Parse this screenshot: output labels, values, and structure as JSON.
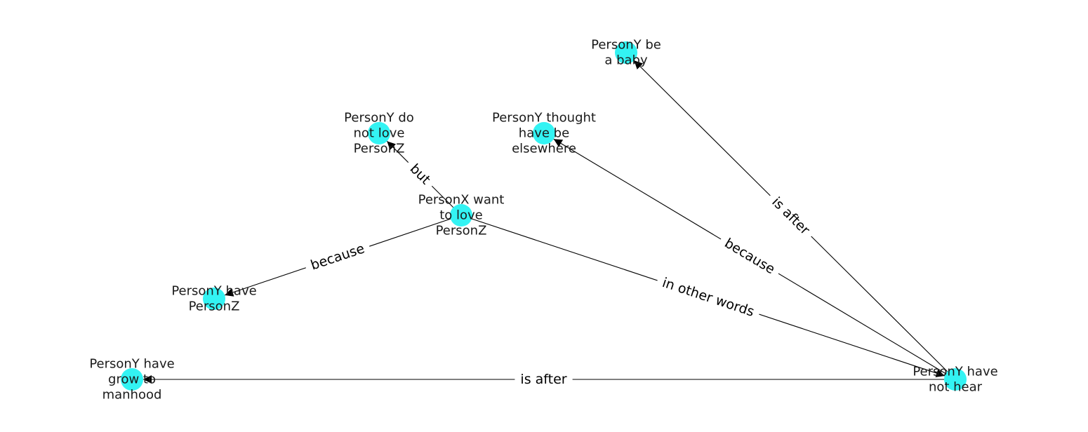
{
  "colors": {
    "node": "#33f3f3",
    "edge": "#000000",
    "label": "#1a1a1a"
  },
  "nodes": [
    {
      "id": "n_baby",
      "lines": [
        "PersonY be",
        "a baby"
      ]
    },
    {
      "id": "n_notlove",
      "lines": [
        "PersonY do",
        "not love",
        "PersonZ"
      ]
    },
    {
      "id": "n_thought",
      "lines": [
        "PersonY thought",
        "have be",
        "elsewhere"
      ]
    },
    {
      "id": "n_want",
      "lines": [
        "PersonX want",
        "to love",
        "PersonZ"
      ]
    },
    {
      "id": "n_have",
      "lines": [
        "PersonY have",
        "PersonZ"
      ]
    },
    {
      "id": "n_grow",
      "lines": [
        "PersonY have",
        "grow to",
        "manhood"
      ]
    },
    {
      "id": "n_hear",
      "lines": [
        "PersonY have",
        "not hear"
      ]
    }
  ],
  "edges": [
    {
      "source": "n_want",
      "target": "n_notlove",
      "label": "but"
    },
    {
      "source": "n_want",
      "target": "n_have",
      "label": "because"
    },
    {
      "source": "n_want",
      "target": "n_hear",
      "label": "in other words"
    },
    {
      "source": "n_hear",
      "target": "n_baby",
      "label": "is after"
    },
    {
      "source": "n_hear",
      "target": "n_thought",
      "label": "because"
    },
    {
      "source": "n_hear",
      "target": "n_grow",
      "label": "is after"
    }
  ]
}
